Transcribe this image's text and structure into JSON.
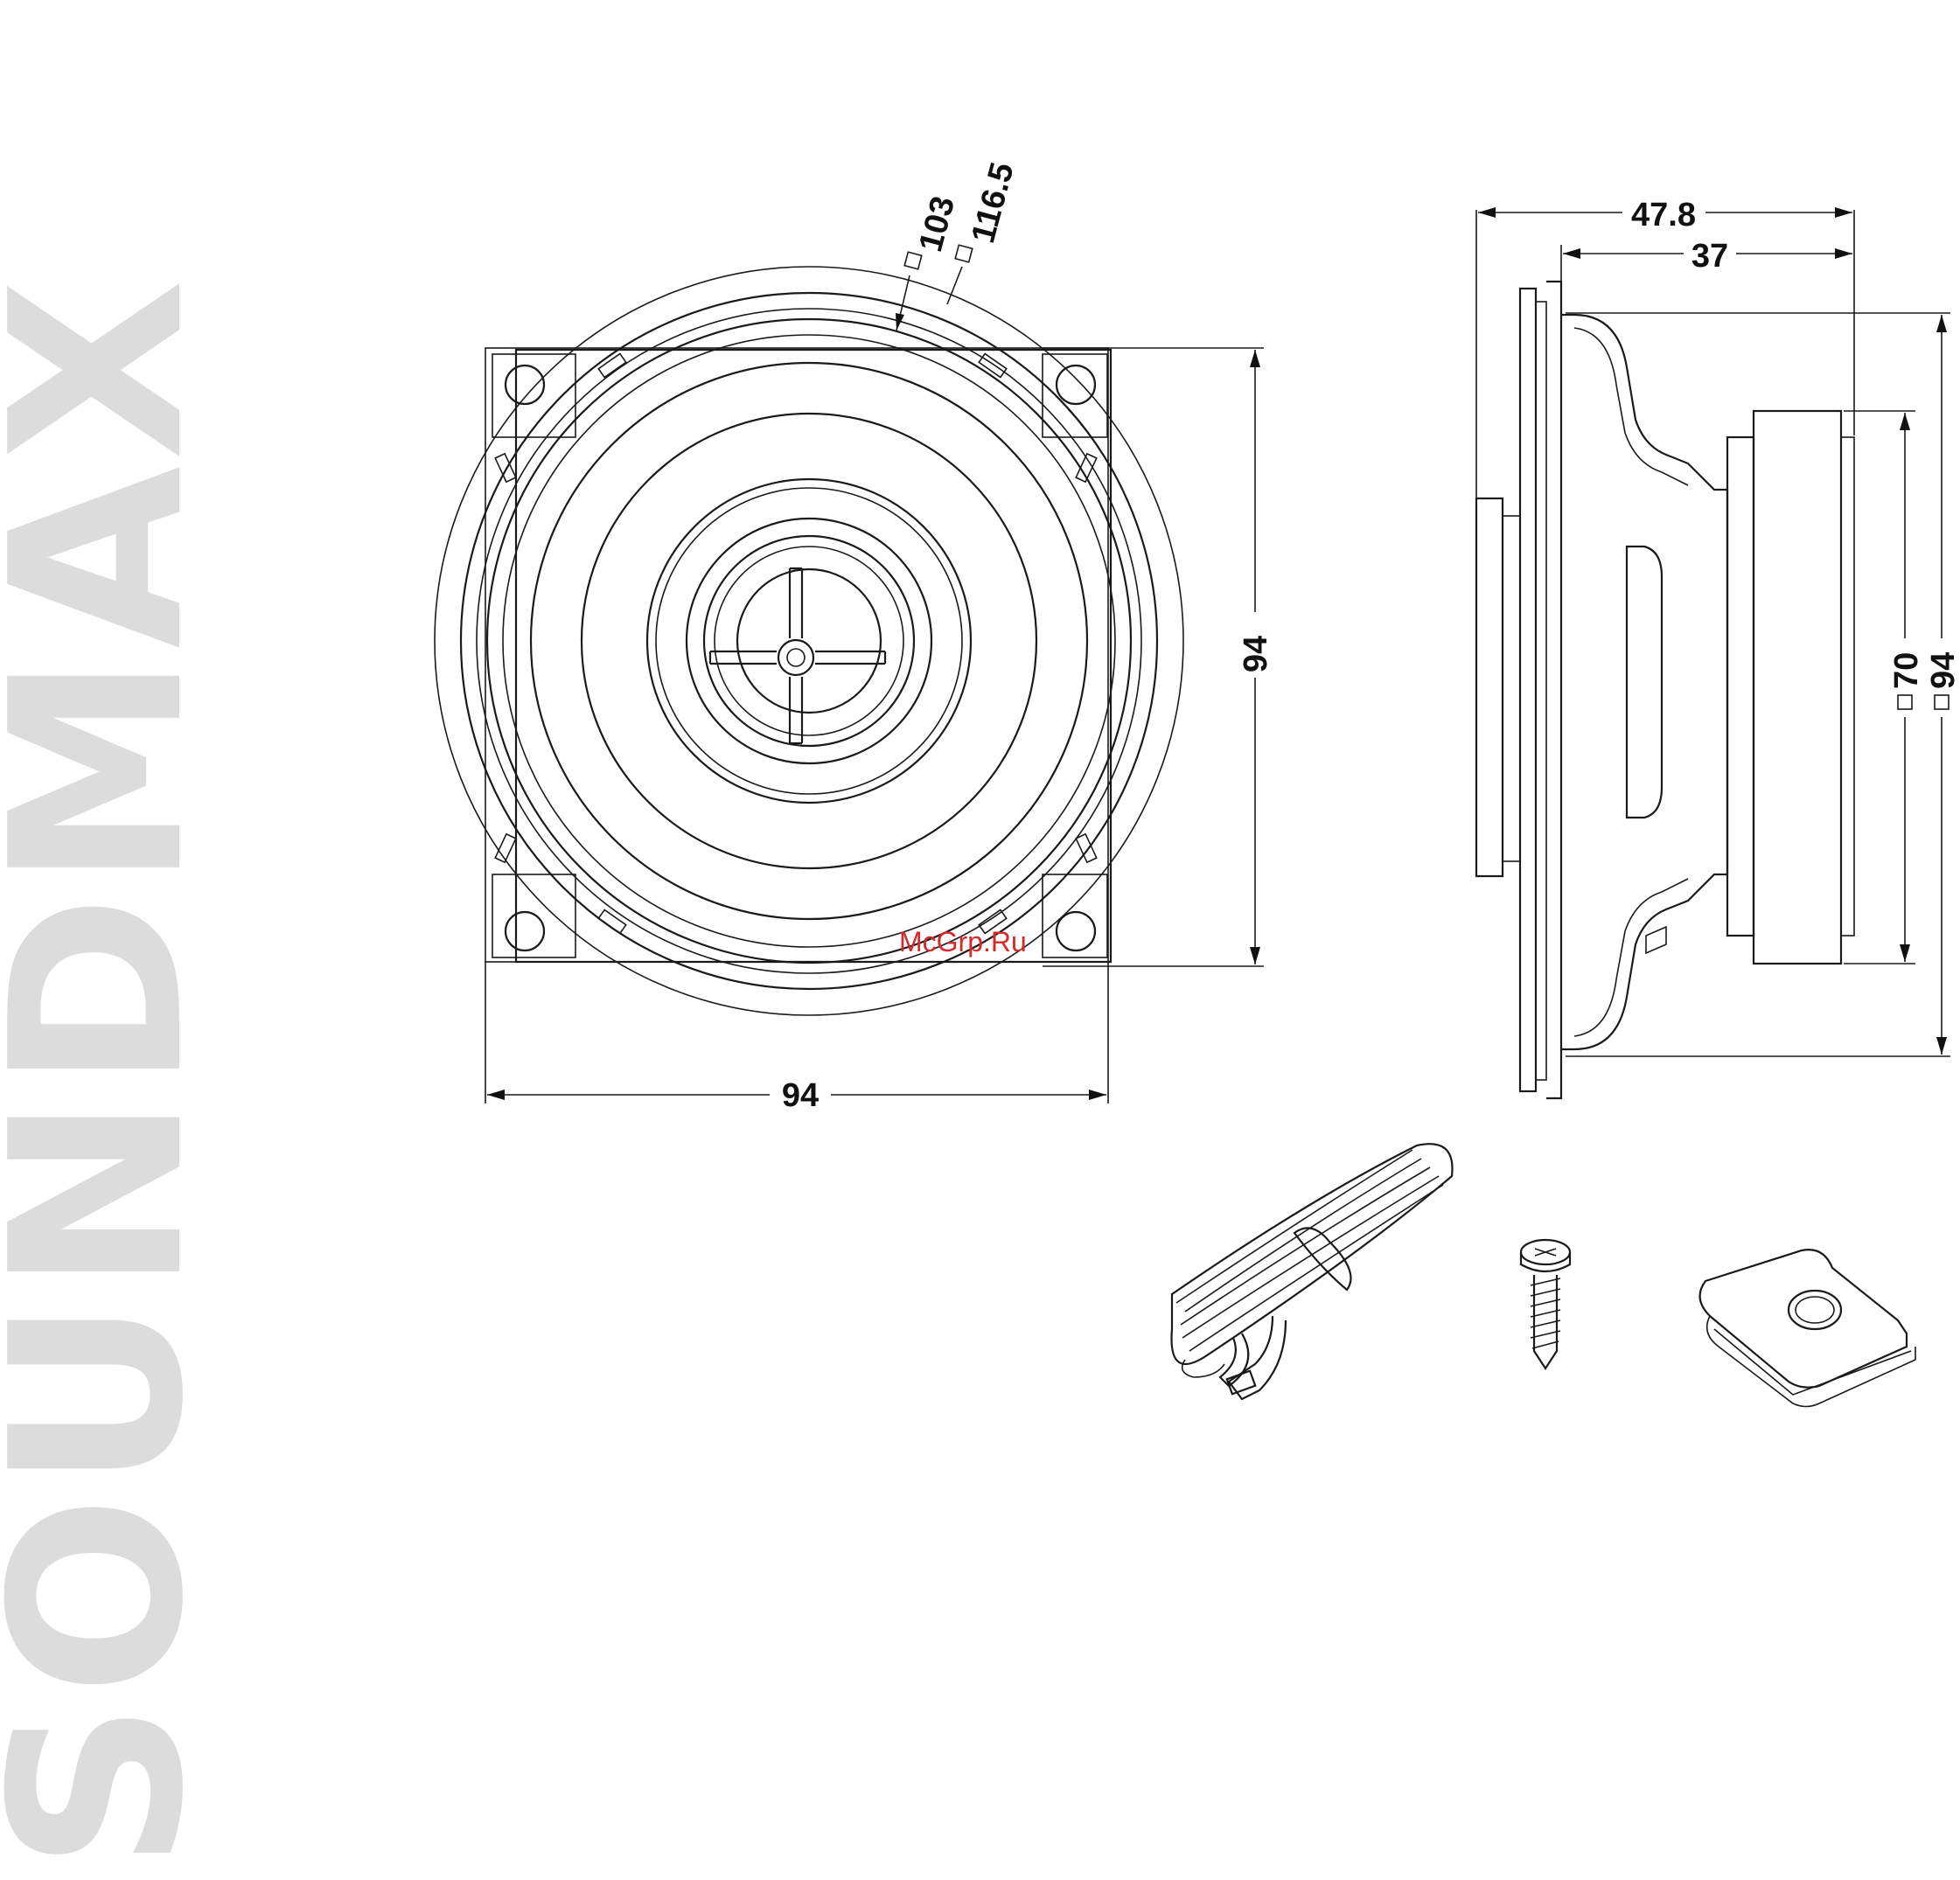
{
  "brand": {
    "text": "SOUNDMAX",
    "color": "#dcdcdc"
  },
  "watermark": {
    "text": "McGrp.Ru",
    "color": "#d42a2a"
  },
  "front_view": {
    "dim_width": "94",
    "dim_height": "94",
    "dim_diameter_inner": "103",
    "dim_diameter_outer": "116.5"
  },
  "side_view": {
    "dim_depth_total": "47.8",
    "dim_depth_mount": "37",
    "dim_magnet": "70",
    "dim_height": "94"
  },
  "accessories": [
    {
      "name": "cable"
    },
    {
      "name": "screw"
    },
    {
      "name": "clip"
    }
  ],
  "icons": {
    "square_symbol": "diameter-square-icon"
  }
}
